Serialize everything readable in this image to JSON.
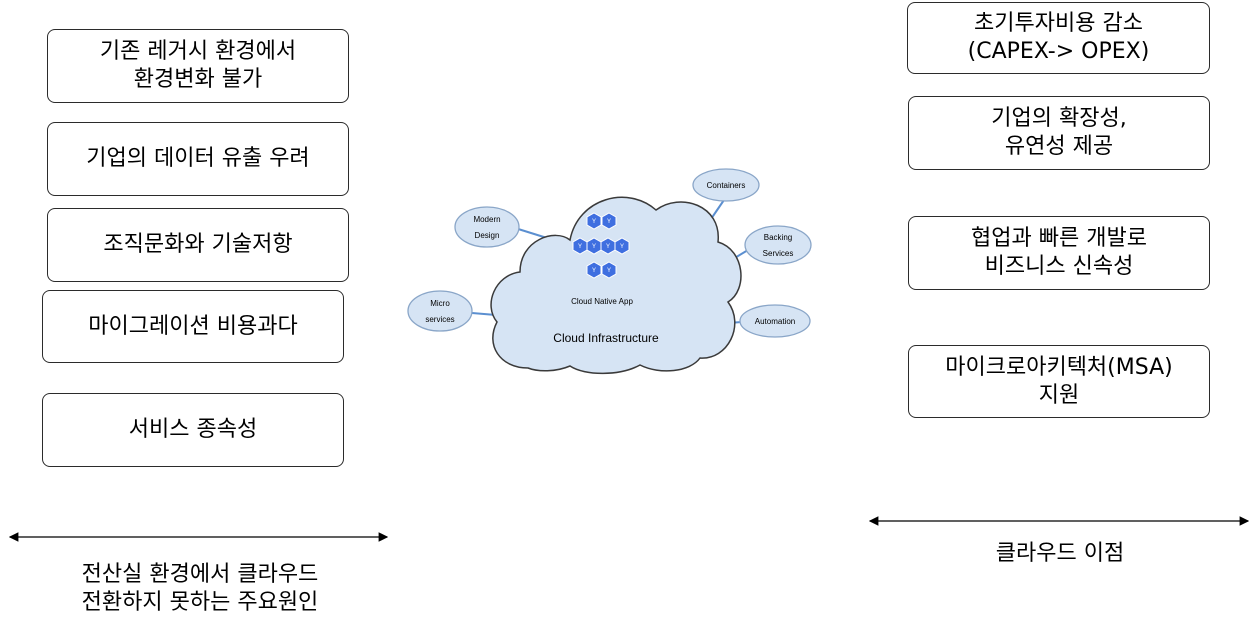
{
  "left": {
    "items": [
      "기존 레거시 환경에서\n환경변화 불가",
      "기업의 데이터 유출 우려",
      "조직문화와 기술저항",
      "마이그레이션 비용과다",
      "서비스 종속성"
    ],
    "caption": "전산실 환경에서 클라우드\n전환하지 못하는 주요원인"
  },
  "right": {
    "items": [
      "초기투자비용 감소\n(CAPEX-> OPEX)",
      "기업의 확장성,\n유연성 제공",
      "협업과 빠른 개발로\n비즈니스 신속성",
      "마이크로아키텍처(MSA)\n지원"
    ],
    "caption": "클라우드 이점"
  },
  "center": {
    "app_label": "Cloud Native App",
    "infra_label": "Cloud Infrastructure",
    "nodes": {
      "containers": "Containers",
      "backing": [
        "Backing",
        "Services"
      ],
      "automation": "Automation",
      "modern": [
        "Modern",
        "Design"
      ],
      "micro": [
        "Micro",
        "services"
      ]
    }
  },
  "colors": {
    "cloud_fill": "#d6e4f4",
    "cloud_stroke": "#3a3a3a",
    "node_fill": "#d6e4f4",
    "node_stroke": "#8aa6c8",
    "connector": "#5b8fd0",
    "hex_icon": "#3f6fe0"
  }
}
